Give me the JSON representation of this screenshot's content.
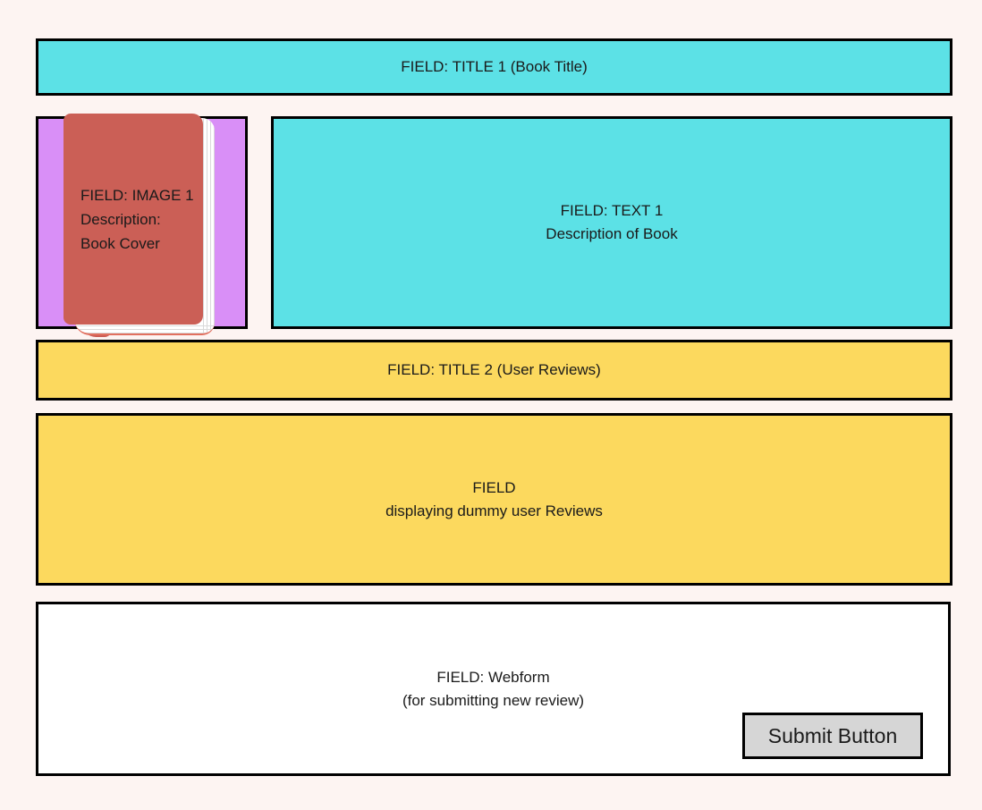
{
  "colors": {
    "background": "#FDF4F2",
    "border": "#000000",
    "cyan": "#5CE1E6",
    "yellow": "#FCD95E",
    "purple": "#D98FF7",
    "book_cover": "#CB5F56",
    "book_pages": "#FFFFFF",
    "button_bg": "#D6D6D6",
    "text": "#1A1A1A",
    "white_box": "#FFFFFF"
  },
  "fields": {
    "title1": {
      "label": "FIELD: TITLE 1 (Book Title)"
    },
    "image1": {
      "line1": "FIELD: IMAGE 1",
      "line2": "Description: Book Cover"
    },
    "text1": {
      "line1": "FIELD: TEXT 1",
      "line2": "Description of Book"
    },
    "title2": {
      "label": "FIELD: TITLE 2 (User Reviews)"
    },
    "reviews": {
      "line1": "FIELD",
      "line2": "displaying dummy user Reviews"
    },
    "webform": {
      "line1": "FIELD: Webform",
      "line2": "(for submitting new review)",
      "submit_label": "Submit Button"
    }
  }
}
